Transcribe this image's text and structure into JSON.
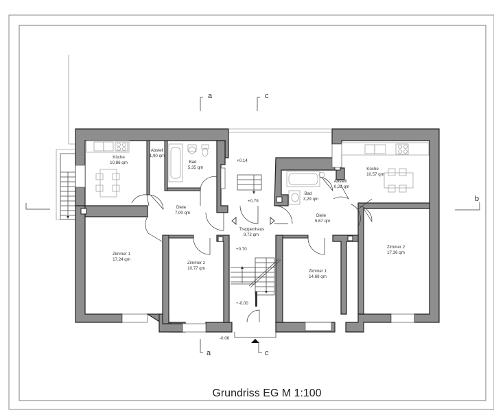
{
  "title": "Grundriss EG M 1:100",
  "section_markers": {
    "a_top": "a",
    "c_top": "c",
    "a_bottom": "a",
    "c_bottom": "c",
    "b_right": "b"
  },
  "rooms": {
    "left_kitchen": {
      "name": "Küche",
      "area": "10,86 qm"
    },
    "left_storage": {
      "name": "Abstell",
      "area": "1,90 qm"
    },
    "left_bath": {
      "name": "Bad",
      "area": "5,35 qm"
    },
    "left_hall": {
      "name": "Diele",
      "area": "7,00 qm"
    },
    "left_room1": {
      "name": "Zimmer 1",
      "area": "17,24 qm"
    },
    "left_room2": {
      "name": "Zimmer 2",
      "area": "10,77 qm"
    },
    "staircase": {
      "name": "Treppenhaus",
      "area": "9,72 qm"
    },
    "right_bath": {
      "name": "Bad",
      "area": "3,29 qm"
    },
    "right_storage": {
      "name": "Abstell",
      "area": "0,29 qm"
    },
    "right_kitchen": {
      "name": "Küche",
      "area": "10,57 qm"
    },
    "right_hall": {
      "name": "Diele",
      "area": "5,67 qm"
    },
    "right_room1": {
      "name": "Zimmer 1",
      "area": "14,68 qm"
    },
    "right_room2": {
      "name": "Zimmer 2",
      "area": "17,36 qm"
    }
  },
  "levels": {
    "top_landing": "+0.14",
    "mid_landing": "+0.79",
    "stair_landing": "+0.70",
    "entrance": "+-0.00",
    "outside": "-0.06"
  }
}
